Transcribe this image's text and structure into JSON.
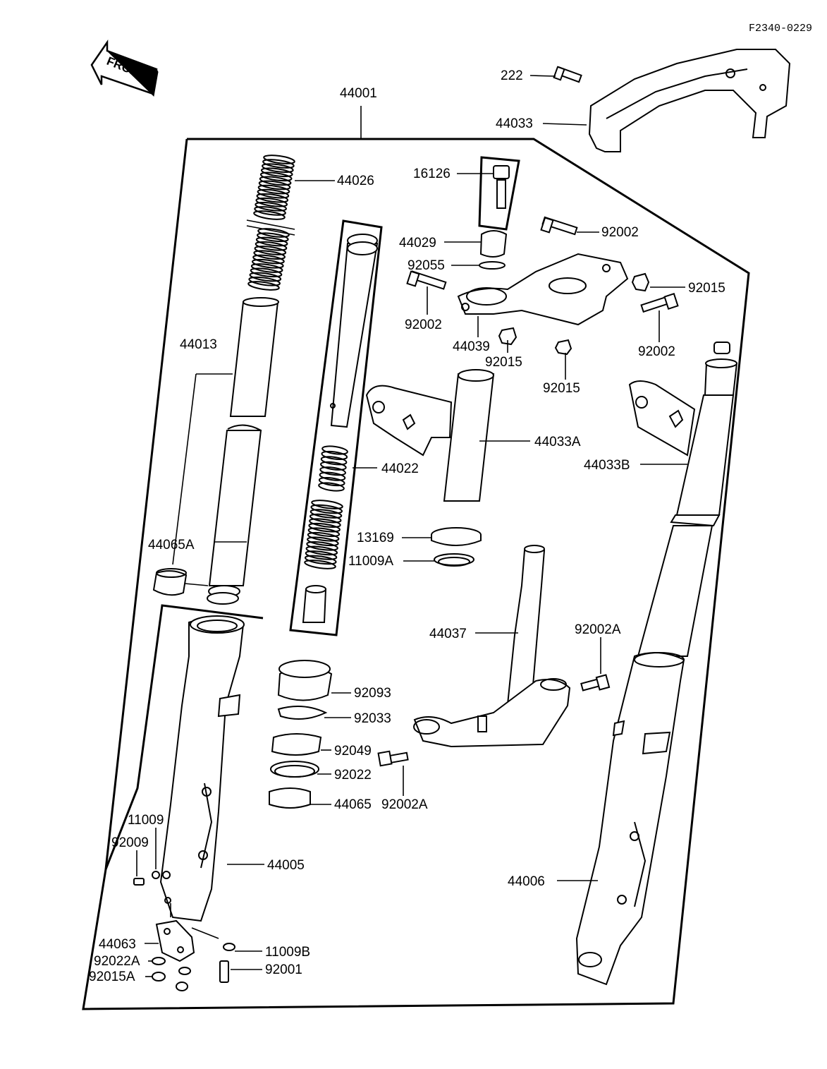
{
  "diagram_code": "F2340-0229",
  "front_label": "FRONT",
  "labels": [
    {
      "id": "l-44001",
      "text": "44001"
    },
    {
      "id": "l-222",
      "text": "222"
    },
    {
      "id": "l-44033",
      "text": "44033"
    },
    {
      "id": "l-16126",
      "text": "16126"
    },
    {
      "id": "l-44026",
      "text": "44026"
    },
    {
      "id": "l-92002-a",
      "text": "92002"
    },
    {
      "id": "l-44029",
      "text": "44029"
    },
    {
      "id": "l-92055",
      "text": "92055"
    },
    {
      "id": "l-92015-a",
      "text": "92015"
    },
    {
      "id": "l-92002-b",
      "text": "92002"
    },
    {
      "id": "l-44039",
      "text": "44039"
    },
    {
      "id": "l-92015-b",
      "text": "92015"
    },
    {
      "id": "l-92002-c",
      "text": "92002"
    },
    {
      "id": "l-92015-c",
      "text": "92015"
    },
    {
      "id": "l-44013",
      "text": "44013"
    },
    {
      "id": "l-44033A",
      "text": "44033A"
    },
    {
      "id": "l-44022",
      "text": "44022"
    },
    {
      "id": "l-44033B",
      "text": "44033B"
    },
    {
      "id": "l-44065A",
      "text": "44065A"
    },
    {
      "id": "l-13169",
      "text": "13169"
    },
    {
      "id": "l-11009A",
      "text": "11009A"
    },
    {
      "id": "l-44037",
      "text": "44037"
    },
    {
      "id": "l-92002A-a",
      "text": "92002A"
    },
    {
      "id": "l-92093",
      "text": "92093"
    },
    {
      "id": "l-92033",
      "text": "92033"
    },
    {
      "id": "l-92049",
      "text": "92049"
    },
    {
      "id": "l-92022",
      "text": "92022"
    },
    {
      "id": "l-44065",
      "text": "44065"
    },
    {
      "id": "l-92002A-b",
      "text": "92002A"
    },
    {
      "id": "l-11009",
      "text": "11009"
    },
    {
      "id": "l-92009",
      "text": "92009"
    },
    {
      "id": "l-44005",
      "text": "44005"
    },
    {
      "id": "l-44006",
      "text": "44006"
    },
    {
      "id": "l-44063",
      "text": "44063"
    },
    {
      "id": "l-11009B",
      "text": "11009B"
    },
    {
      "id": "l-92022A",
      "text": "92022A"
    },
    {
      "id": "l-92001",
      "text": "92001"
    },
    {
      "id": "l-92015A",
      "text": "92015A"
    }
  ]
}
